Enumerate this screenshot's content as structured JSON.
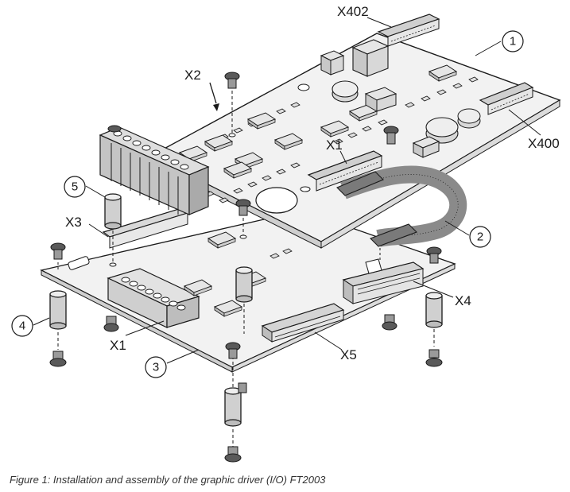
{
  "labels": {
    "x402": "X402",
    "x2": "X2",
    "x1_top": "X1",
    "x400": "X400",
    "x3": "X3",
    "x4": "X4",
    "x1_bottom": "X1",
    "x5": "X5"
  },
  "callouts": {
    "c1": "1",
    "c2": "2",
    "c3": "3",
    "c4": "4",
    "c5": "5"
  },
  "caption": "Figure 1: Installation and assembly of the graphic driver (I/O) FT2003",
  "colors": {
    "line": "#1a1a1a",
    "board": "#f2f2f2",
    "component": "#d9d9d9",
    "dark_component": "#9a9a9a"
  }
}
